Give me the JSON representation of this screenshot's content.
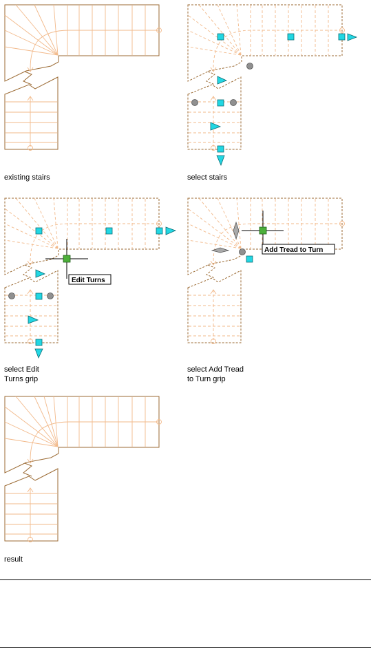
{
  "colors": {
    "stair_line": "#9b6a33",
    "tread_line": "#f2b98a",
    "grip_fill": "#22d7e3",
    "grip_stroke": "#0c6b73",
    "grip_gray": "#909090",
    "active_grip": "#4caf3a"
  },
  "captions": {
    "existing": "existing stairs",
    "select": "select stairs",
    "edit_turns_1": "select Edit",
    "edit_turns_2": "Turns grip",
    "add_tread_1": "select Add Tread",
    "add_tread_2": "to Turn grip",
    "result": "result"
  },
  "tooltips": {
    "edit_turns": "Edit Turns",
    "add_tread": "Add Tread to Turn"
  },
  "icons": {
    "square_grip": "square-grip-icon",
    "arrow_grip": "arrow-grip-icon",
    "round_grip": "round-grip-icon",
    "crosshair": "crosshair-cursor-icon",
    "break_mark": "break-line-icon"
  }
}
